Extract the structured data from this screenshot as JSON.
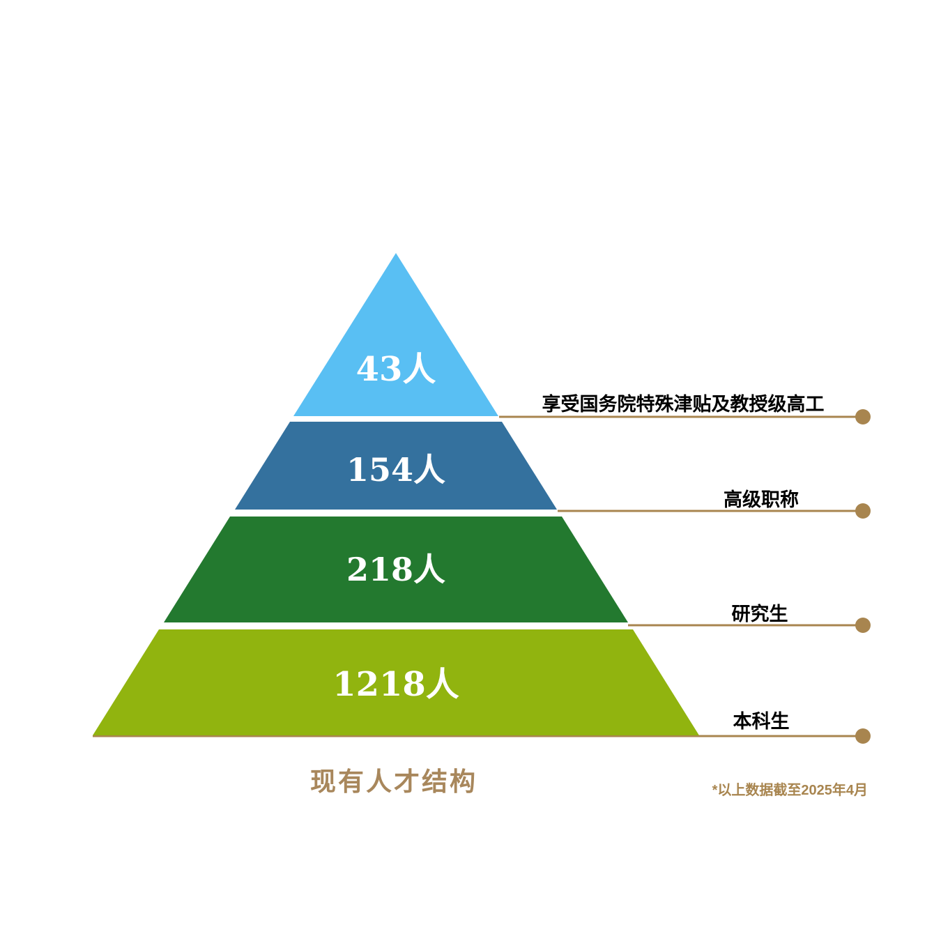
{
  "chart_data": {
    "type": "pyramid",
    "title": "现有人才结构",
    "footnote": "*以上数据截至2025年4月",
    "legend_position": "right-callouts",
    "tiers": [
      {
        "rank": 1,
        "value": 43,
        "value_label": "43人",
        "category": "享受国务院特殊津贴及教授级高工",
        "color": "#59BFF3"
      },
      {
        "rank": 2,
        "value": 154,
        "value_label": "154人",
        "category": "高级职称",
        "color": "#34719E"
      },
      {
        "rank": 3,
        "value": 218,
        "value_label": "218人",
        "category": "研究生",
        "color": "#23792F"
      },
      {
        "rank": 4,
        "value": 1218,
        "value_label": "1218人",
        "category": "本科生",
        "color": "#91B40F"
      }
    ],
    "accent_color": "#A8854F",
    "title_color": "#A8875C",
    "value_text_color": "#ffffff",
    "label_text_color": "#000000"
  }
}
